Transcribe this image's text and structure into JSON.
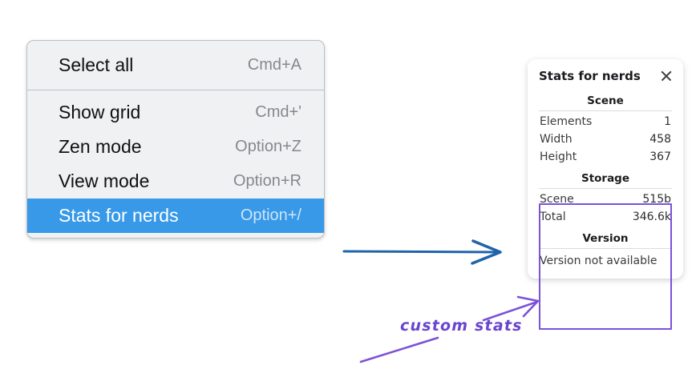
{
  "menu": {
    "groups": [
      {
        "items": [
          {
            "label": "Select all",
            "shortcut": "Cmd+A",
            "selected": false
          }
        ]
      },
      {
        "items": [
          {
            "label": "Show grid",
            "shortcut": "Cmd+'",
            "selected": false
          },
          {
            "label": "Zen mode",
            "shortcut": "Option+Z",
            "selected": false
          },
          {
            "label": "View mode",
            "shortcut": "Option+R",
            "selected": false
          },
          {
            "label": "Stats for nerds",
            "shortcut": "Option+/",
            "selected": true
          }
        ]
      }
    ],
    "selected_bg": "#3799e8"
  },
  "stats_panel": {
    "title": "Stats for nerds",
    "close_icon": "close-icon",
    "sections": [
      {
        "name": "Scene",
        "rows": [
          {
            "label": "Elements",
            "value": "1"
          },
          {
            "label": "Width",
            "value": "458"
          },
          {
            "label": "Height",
            "value": "367"
          }
        ]
      },
      {
        "name": "Storage",
        "rows": [
          {
            "label": "Scene",
            "value": "515b"
          },
          {
            "label": "Total",
            "value": "346.6k"
          }
        ]
      },
      {
        "name": "Version",
        "plain": "Version not available"
      }
    ]
  },
  "annotations": {
    "label": "custom stats",
    "label_color": "#6a45cf",
    "blue_arrow_color": "#1f64aa",
    "purple_color": "#7b52d8"
  }
}
